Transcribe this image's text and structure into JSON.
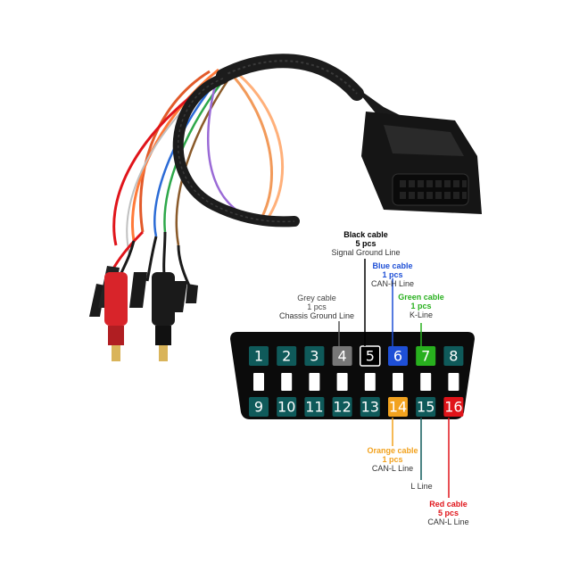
{
  "colors": {
    "connector_body": "#0b0b0b",
    "pin_teal": "#0f5a5a",
    "pin_grey": "#777777",
    "pin_black": "#000000",
    "pin_blue": "#1e4fd6",
    "pin_green": "#28b01e",
    "pin_orange": "#f2a21e",
    "pin_red": "#e0141a",
    "lead_red": "#d8242a",
    "lead_black": "#1a1a1a"
  },
  "pins": {
    "top": [
      "1",
      "2",
      "3",
      "4",
      "5",
      "6",
      "7",
      "8"
    ],
    "bottom": [
      "9",
      "10",
      "11",
      "12",
      "13",
      "14",
      "15",
      "16"
    ],
    "top_colors": [
      "teal",
      "teal",
      "teal",
      "grey",
      "black",
      "blue",
      "green",
      "teal"
    ],
    "bottom_colors": [
      "teal",
      "teal",
      "teal",
      "teal",
      "teal",
      "orange",
      "teal",
      "red"
    ]
  },
  "labels": {
    "black": {
      "title": "Black cable",
      "count": "5 pcs",
      "desc": "Signal Ground Line",
      "color": "#000000"
    },
    "blue": {
      "title": "Blue cable",
      "count": "1 pcs",
      "desc": "CAN-H Line",
      "color": "#1e4fd6"
    },
    "grey": {
      "title": "Grey cable",
      "count": "1 pcs",
      "desc": "Chassis Ground Line",
      "color": "#444444"
    },
    "green": {
      "title": "Green cable",
      "count": "1 pcs",
      "desc": "K-Line",
      "color": "#28b01e"
    },
    "orange": {
      "title": "Orange cable",
      "count": "1 pcs",
      "desc": "CAN-L Line",
      "color": "#f2a21e"
    },
    "lline": {
      "desc": "L Line"
    },
    "red": {
      "title": "Red cable",
      "count": "5 pcs",
      "desc": "CAN-L Line",
      "color": "#e0141a"
    }
  }
}
